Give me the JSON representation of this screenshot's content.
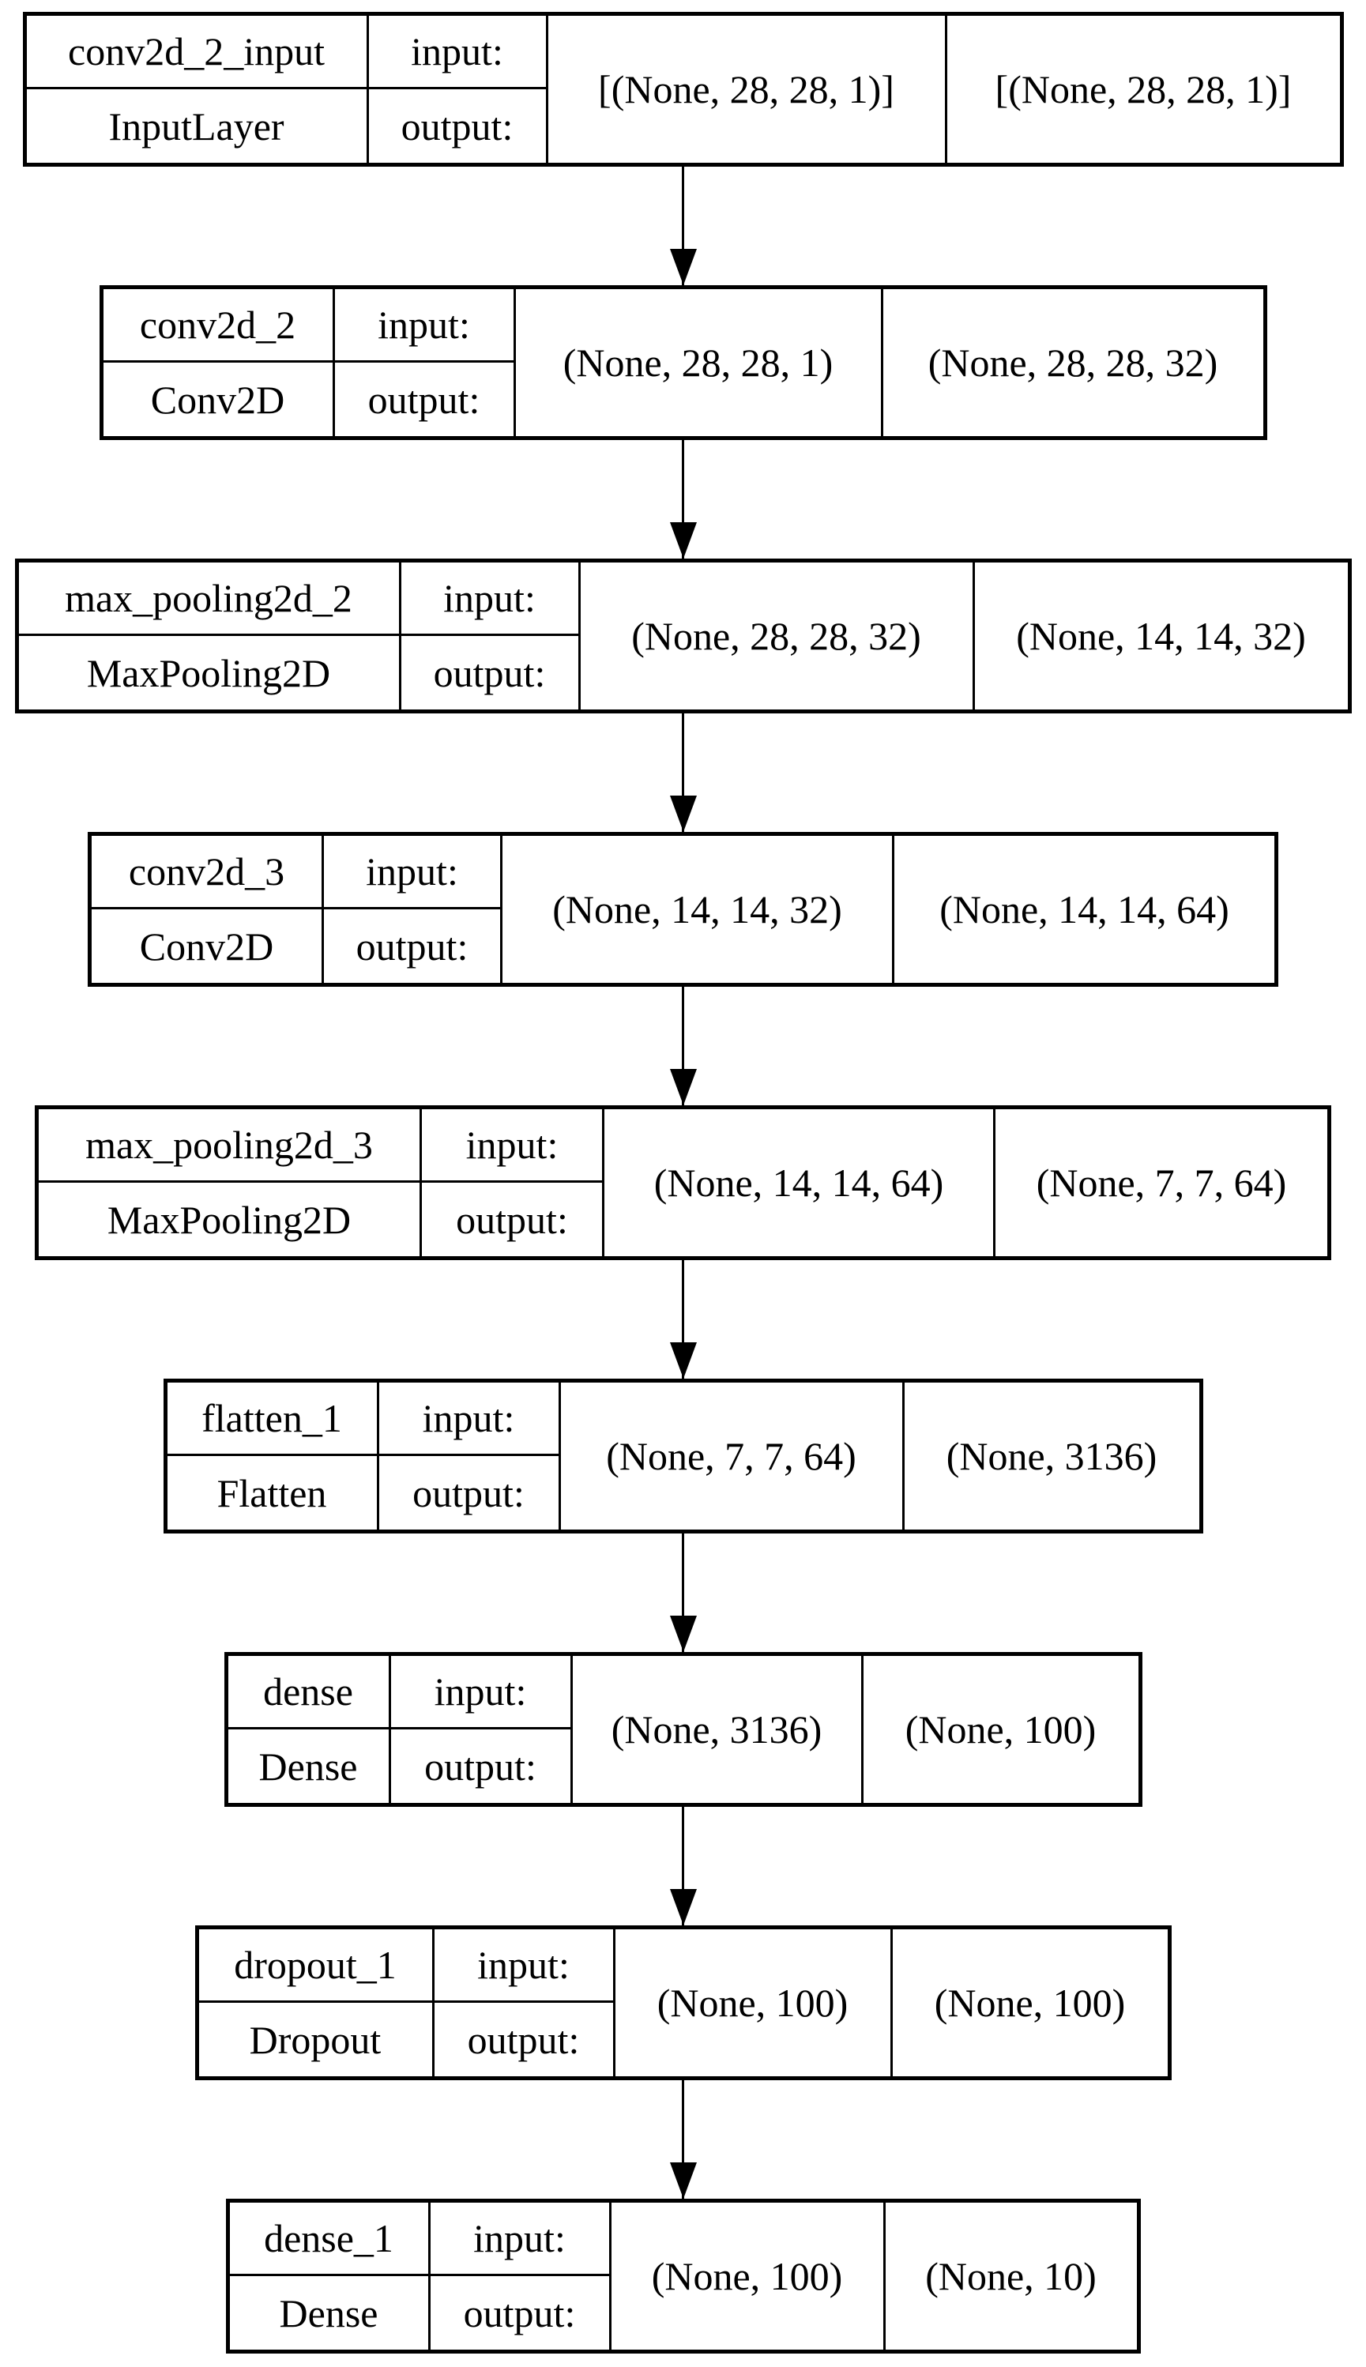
{
  "colors": {
    "border": "#000000",
    "background": "#ffffff",
    "text": "#000000"
  },
  "layers": [
    {
      "name": "conv2d_2_input",
      "type": "InputLayer",
      "input_label": "input:",
      "output_label": "output:",
      "input_shape": "[(None, 28, 28, 1)]",
      "output_shape": "[(None, 28, 28, 1)]"
    },
    {
      "name": "conv2d_2",
      "type": "Conv2D",
      "input_label": "input:",
      "output_label": "output:",
      "input_shape": "(None, 28, 28, 1)",
      "output_shape": "(None, 28, 28, 32)"
    },
    {
      "name": "max_pooling2d_2",
      "type": "MaxPooling2D",
      "input_label": "input:",
      "output_label": "output:",
      "input_shape": "(None, 28, 28, 32)",
      "output_shape": "(None, 14, 14, 32)"
    },
    {
      "name": "conv2d_3",
      "type": "Conv2D",
      "input_label": "input:",
      "output_label": "output:",
      "input_shape": "(None, 14, 14, 32)",
      "output_shape": "(None, 14, 14, 64)"
    },
    {
      "name": "max_pooling2d_3",
      "type": "MaxPooling2D",
      "input_label": "input:",
      "output_label": "output:",
      "input_shape": "(None, 14, 14, 64)",
      "output_shape": "(None, 7, 7, 64)"
    },
    {
      "name": "flatten_1",
      "type": "Flatten",
      "input_label": "input:",
      "output_label": "output:",
      "input_shape": "(None, 7, 7, 64)",
      "output_shape": "(None, 3136)"
    },
    {
      "name": "dense",
      "type": "Dense",
      "input_label": "input:",
      "output_label": "output:",
      "input_shape": "(None, 3136)",
      "output_shape": "(None, 100)"
    },
    {
      "name": "dropout_1",
      "type": "Dropout",
      "input_label": "input:",
      "output_label": "output:",
      "input_shape": "(None, 100)",
      "output_shape": "(None, 100)"
    },
    {
      "name": "dense_1",
      "type": "Dense",
      "input_label": "input:",
      "output_label": "output:",
      "input_shape": "(None, 100)",
      "output_shape": "(None, 10)"
    }
  ]
}
